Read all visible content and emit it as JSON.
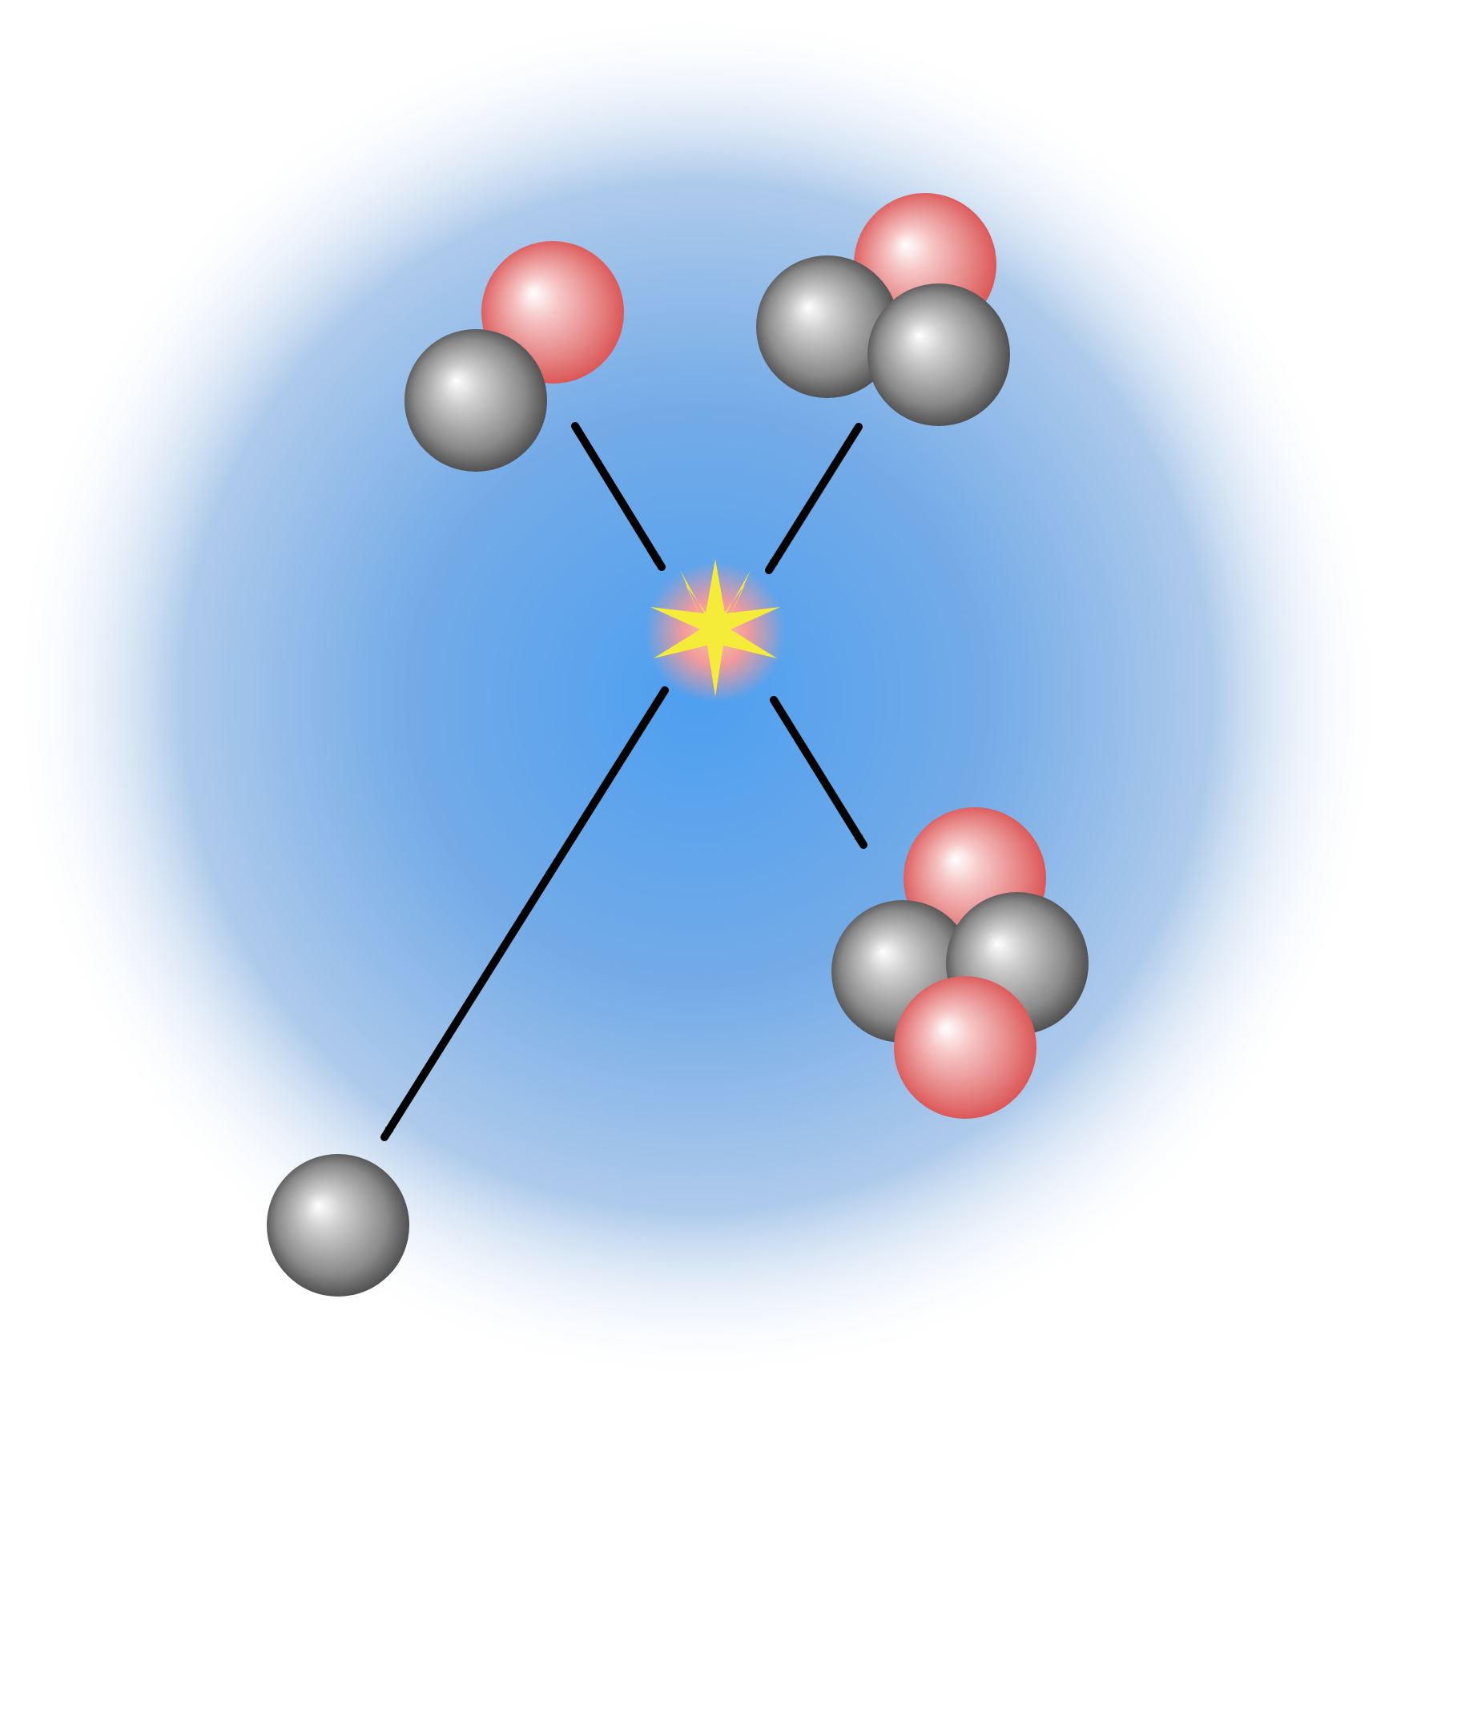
{
  "diagram": {
    "type": "nuclear-fusion-reaction",
    "reactants": [
      {
        "name": "deuterium",
        "protons": 1,
        "neutrons": 1
      },
      {
        "name": "tritium",
        "protons": 1,
        "neutrons": 2
      }
    ],
    "products": [
      {
        "name": "helium-4",
        "protons": 2,
        "neutrons": 2
      },
      {
        "name": "neutron",
        "protons": 0,
        "neutrons": 1
      }
    ],
    "colors": {
      "background_glow": "#4d9ff0",
      "proton": "#d94a4a",
      "neutron": "#3f3f3f",
      "flash_core": "#f5ec3a",
      "flash_glow": "#f39a9a",
      "arrow": "#000000"
    },
    "icons": {
      "proton": "red-sphere",
      "neutron": "grey-sphere",
      "collision": "starburst-icon",
      "direction": "arrow-icon"
    }
  }
}
